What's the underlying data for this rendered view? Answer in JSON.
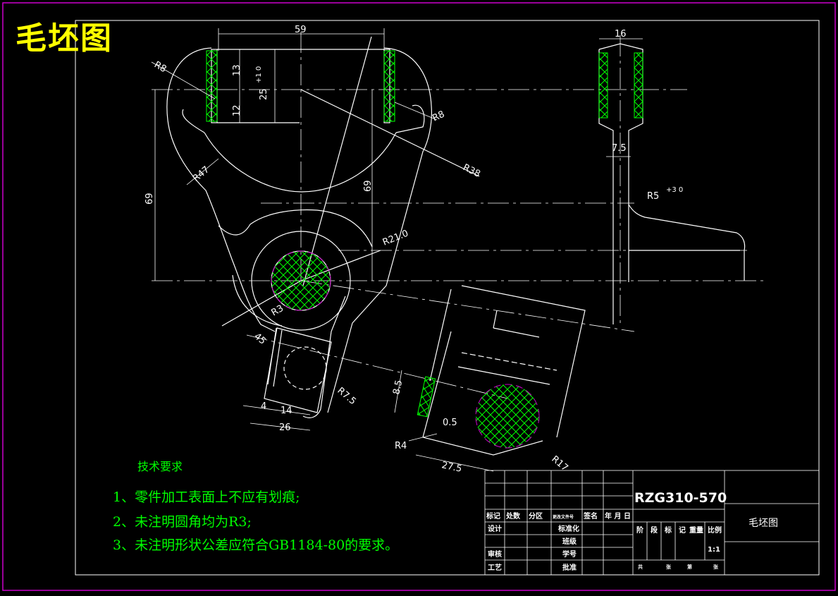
{
  "drawing": {
    "title": "毛坯图",
    "part_code": "RZG310-570",
    "part_name": "毛坯图",
    "scale": "1:1"
  },
  "dimensions": {
    "d59": "59",
    "d16": "16",
    "d13": "13",
    "d12": "12",
    "d25": "25",
    "d25_tol": "+1 0",
    "d69_left": "69",
    "d69_mid": "69",
    "d7_5": "7.5",
    "r8_left": "R8",
    "r8_right": "R8",
    "r47": "R47",
    "r38": "R38",
    "r21": "R21.0",
    "r5": "R5",
    "r5_tol": "+3 0",
    "r3": "R3",
    "a45": "45",
    "d4": "4",
    "d14": "14",
    "d26": "26",
    "r7_5": "R7.5",
    "d8_5": "8.5",
    "d0_5": "0.5",
    "r4": "R4",
    "d27_5": "27.5",
    "r17": "R17"
  },
  "notes": {
    "heading": "技术要求",
    "items": [
      "1、零件加工表面上不应有划痕;",
      "2、未注明圆角均为R3;",
      "3、未注明形状公差应符合GB1184-80的要求。"
    ]
  },
  "title_block": {
    "row_labels": [
      "标记",
      "处数",
      "分区",
      "更改文件号",
      "签名",
      "年 月 日"
    ],
    "design": "设计",
    "standardize": "标准化",
    "review": "审核",
    "craft": "工艺",
    "class": "班级",
    "student_id": "学号",
    "approve": "批准",
    "stage_labels": [
      "阶",
      "段",
      "标",
      "记",
      "重量",
      "比例"
    ],
    "sheet_labels": [
      "共",
      "张",
      "第",
      "张"
    ]
  },
  "colors": {
    "background": "#000000",
    "frame": "#cc00cc",
    "lines": "#ffffff",
    "hatch": "#00ff00",
    "title": "#ffff00",
    "notes": "#00ff00"
  }
}
